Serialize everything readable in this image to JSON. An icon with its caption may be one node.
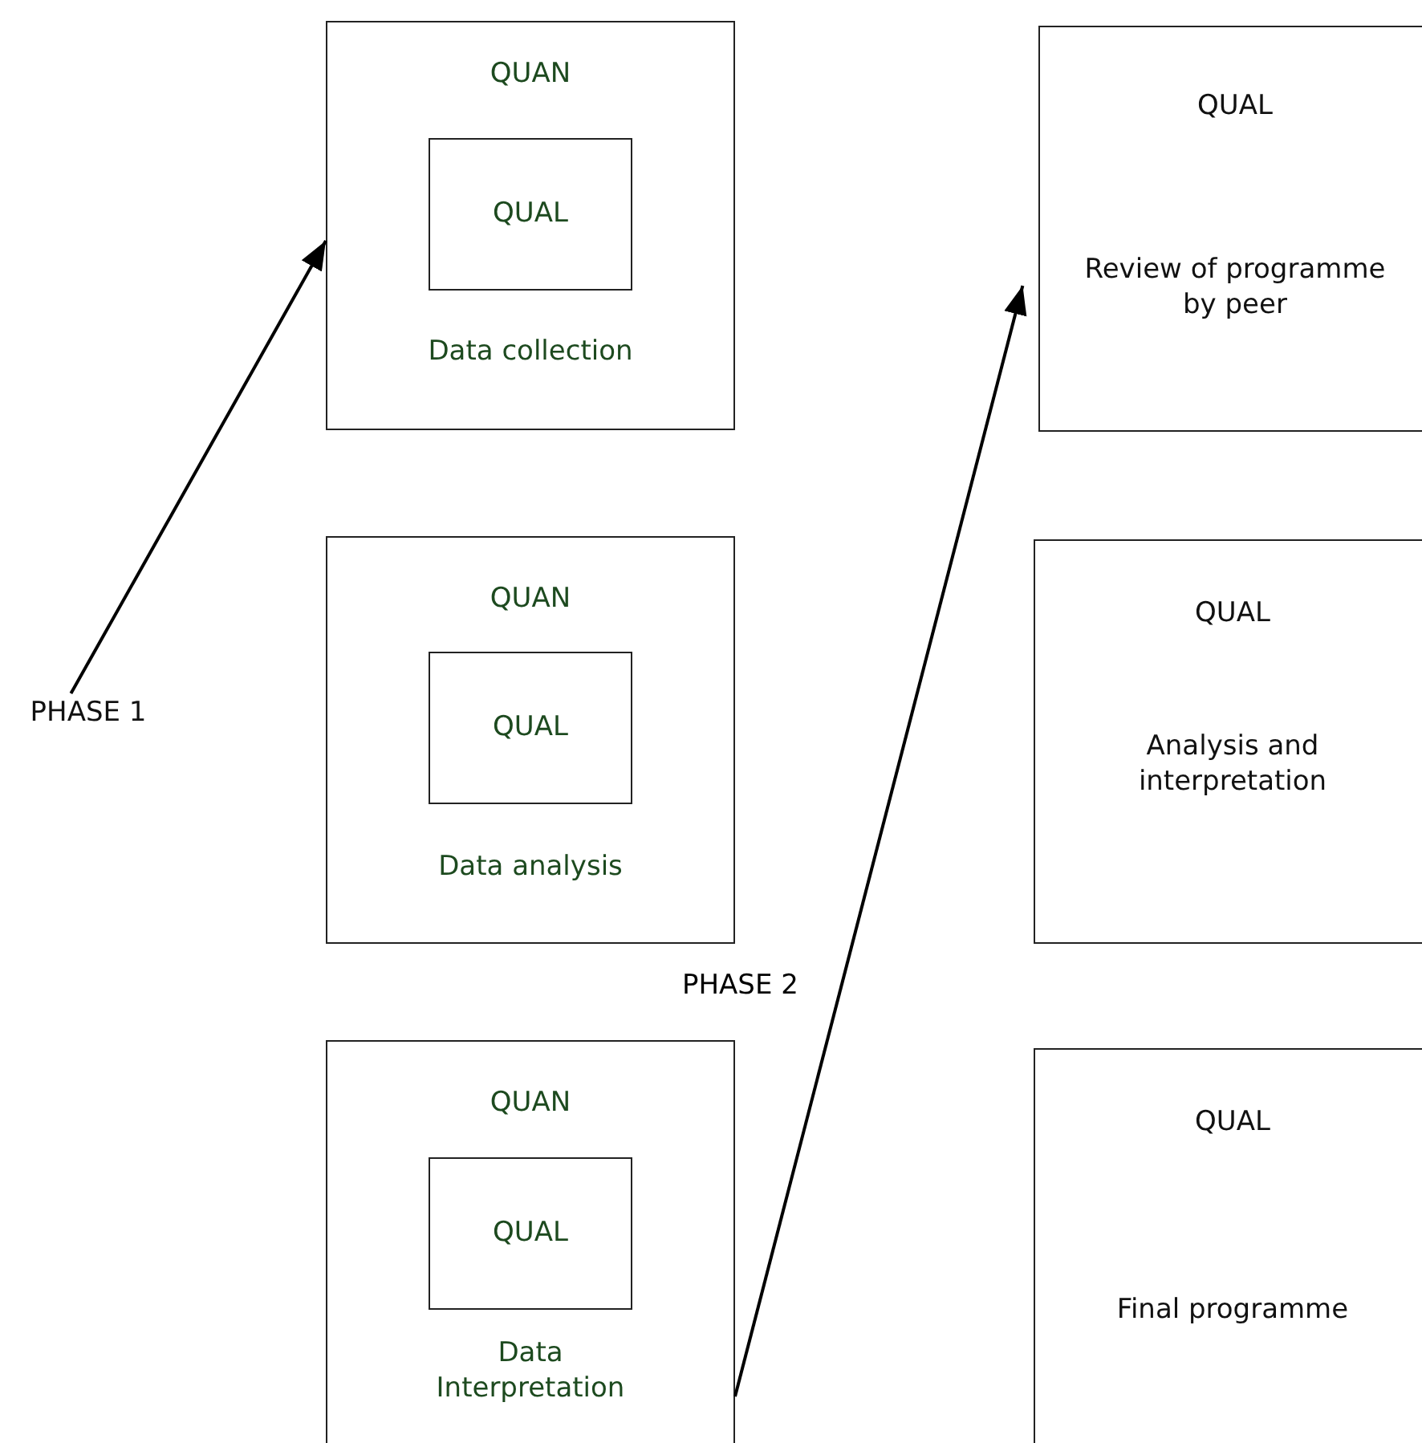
{
  "diagram": {
    "nodes": [
      {
        "text": [
          "QUAN",
          "Data collection"
        ]
      },
      {
        "text": [
          "QUAL"
        ],
        "in": 0
      },
      {
        "text": [
          "QUAN",
          "Data analysis"
        ]
      },
      {
        "text": [
          "QUAL"
        ],
        "in": 2
      },
      {
        "text": [
          "QUAN",
          "Data Interpretation"
        ]
      },
      {
        "text": [
          "QUAL"
        ],
        "in": 4
      },
      {
        "text": [
          "QUAL",
          "Review of programme by peer"
        ]
      },
      {
        "text": [
          "QUAL",
          "Analysis and interpretation"
        ]
      },
      {
        "text": [
          "QUAL",
          "Final programme"
        ]
      },
      {
        "text": [
          "PHASE 1"
        ]
      }
    ],
    "edges": [
      {
        "from": 9,
        "to": 0,
        "arrow": "to"
      },
      {
        "from": 4,
        "to": 6,
        "arrow": "to",
        "label": "PHASE 2"
      }
    ]
  }
}
